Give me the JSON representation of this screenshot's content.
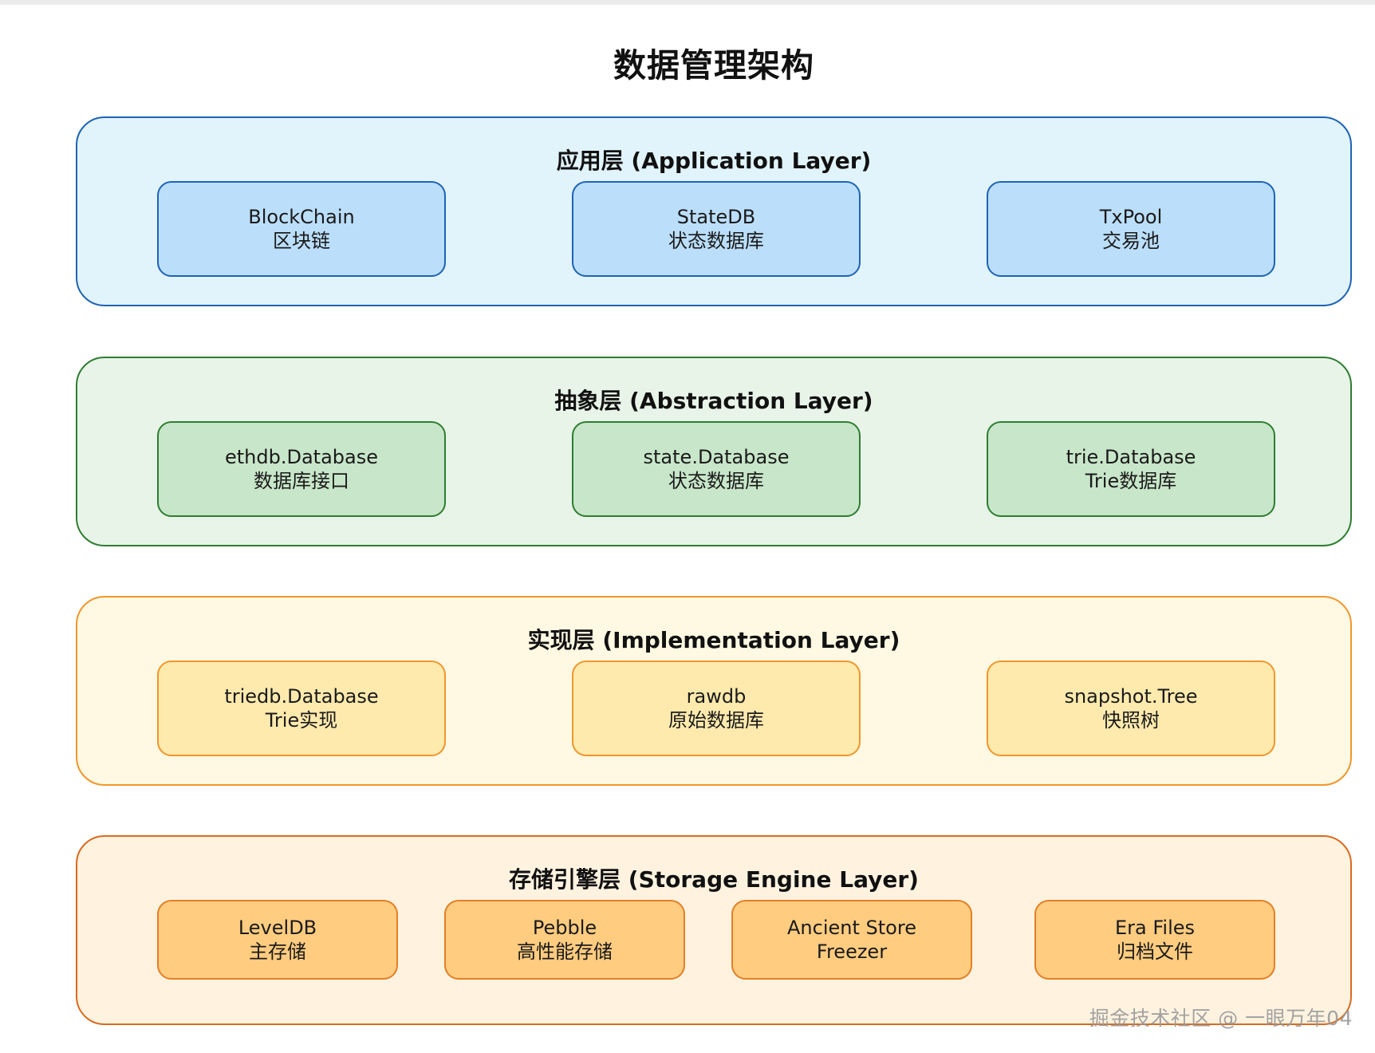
{
  "title": "数据管理架构",
  "layers": [
    {
      "title": "应用层 (Application Layer)",
      "components": [
        {
          "name": "BlockChain",
          "desc": "区块链"
        },
        {
          "name": "StateDB",
          "desc": "状态数据库"
        },
        {
          "name": "TxPool",
          "desc": "交易池"
        }
      ]
    },
    {
      "title": "抽象层 (Abstraction Layer)",
      "components": [
        {
          "name": "ethdb.Database",
          "desc": "数据库接口"
        },
        {
          "name": "state.Database",
          "desc": "状态数据库"
        },
        {
          "name": "trie.Database",
          "desc": "Trie数据库"
        }
      ]
    },
    {
      "title": "实现层 (Implementation Layer)",
      "components": [
        {
          "name": "triedb.Database",
          "desc": "Trie实现"
        },
        {
          "name": "rawdb",
          "desc": "原始数据库"
        },
        {
          "name": "snapshot.Tree",
          "desc": "快照树"
        }
      ]
    },
    {
      "title": "存储引擎层 (Storage Engine Layer)",
      "components": [
        {
          "name": "LevelDB",
          "desc": "主存储"
        },
        {
          "name": "Pebble",
          "desc": "高性能存储"
        },
        {
          "name": "Ancient Store",
          "desc": "Freezer"
        },
        {
          "name": "Era Files",
          "desc": "归档文件"
        }
      ]
    }
  ],
  "watermark": "掘金技术社区 @ 一眼万年04",
  "colors": {
    "application": {
      "fill": "#e1f3fb",
      "box": "#bbdefb",
      "stroke": "#1e63b4"
    },
    "abstraction": {
      "fill": "#e8f4e8",
      "box": "#c8e6c9",
      "stroke": "#2e7d32"
    },
    "implementation": {
      "fill": "#fff8e2",
      "box": "#ffeaae",
      "stroke": "#f0962b"
    },
    "storage": {
      "fill": "#fff3e0",
      "box": "#ffcc80",
      "stroke": "#d96a1f"
    }
  }
}
